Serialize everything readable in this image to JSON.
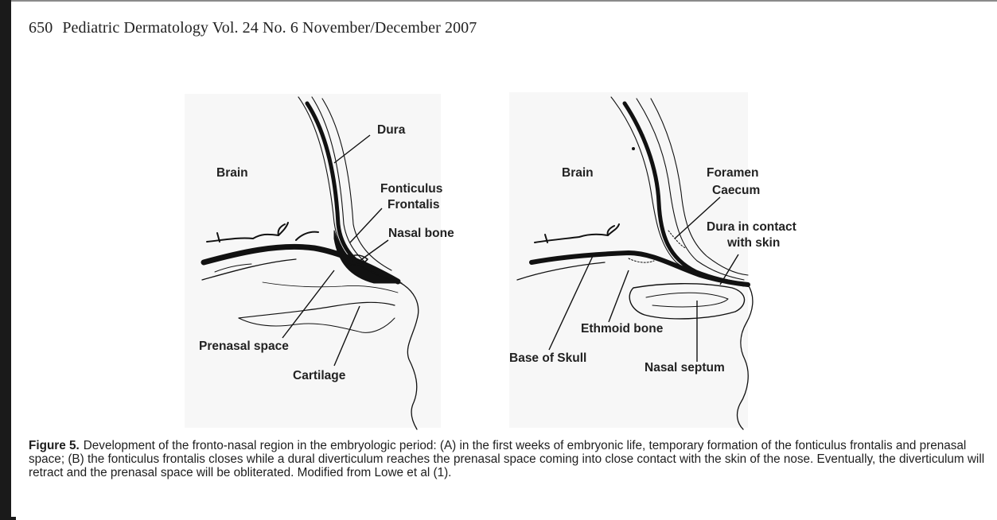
{
  "header": {
    "page_number": "650",
    "journal_line": "Pediatric Dermatology Vol. 24 No. 6 November/December 2007"
  },
  "figure": {
    "panel_a": {
      "brain": "Brain",
      "dura": "Dura",
      "fonticulus_1": "Fonticulus",
      "fonticulus_2": "Frontalis",
      "nasal_bone": "Nasal bone",
      "prenasal_space": "Prenasal space",
      "cartilage": "Cartilage"
    },
    "panel_b": {
      "brain": "Brain",
      "foramen_1": "Foramen",
      "foramen_2": "Caecum",
      "dura_contact_1": "Dura in contact",
      "dura_contact_2": "with skin",
      "ethmoid_bone": "Ethmoid bone",
      "base_of_skull": "Base of Skull",
      "nasal_septum": "Nasal septum"
    }
  },
  "caption": {
    "label": "Figure 5.",
    "text": "Development of the fronto-nasal region in the embryologic period: (A) in the first weeks of embryonic life, temporary formation of the fonticulus frontalis and prenasal space; (B) the fonticulus frontalis closes while a dural diverticulum reaches the prenasal space coming into close contact with the skin of the nose. Eventually, the diverticulum will retract and the prenasal space will be obliterated. Modified from Lowe et al (1)."
  }
}
